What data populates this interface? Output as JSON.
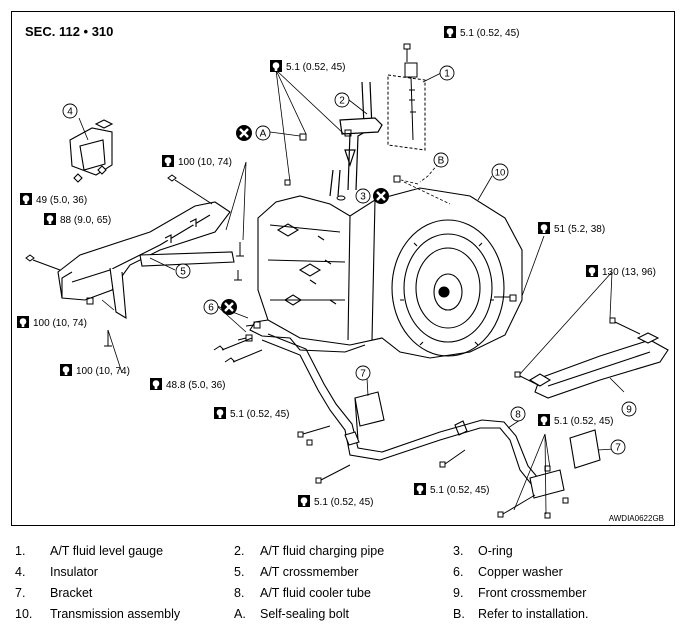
{
  "header": {
    "section": "SEC. 112 • 310",
    "code": "AWDIA0622GB"
  },
  "callouts": {
    "c1": "1",
    "c2": "2",
    "c3": "3",
    "c4": "4",
    "c5": "5",
    "c6": "6",
    "c7a": "7",
    "c7b": "7",
    "c8": "8",
    "c9": "9",
    "c10": "10",
    "cA": "A",
    "cB": "B"
  },
  "torques": {
    "t1": "5.1 (0.52, 45)",
    "t2": "5.1 (0.52, 45)",
    "t3": "100 (10, 74)",
    "t4": "49 (5.0, 36)",
    "t5": "88 (9.0, 65)",
    "t6": "51 (5.2, 38)",
    "t7": "130 (13, 96)",
    "t8": "100 (10, 74)",
    "t9": "100 (10, 74)",
    "t10": "48.8 (5.0, 36)",
    "t11": "5.1 (0.52, 45)",
    "t12": "5.1 (0.52, 45)",
    "t13": "5.1 (0.52, 45)",
    "t14": "5.1 (0.52, 45)"
  },
  "legend": [
    {
      "num": "1.",
      "text": "A/T fluid level gauge"
    },
    {
      "num": "2.",
      "text": "A/T fluid charging pipe"
    },
    {
      "num": "3.",
      "text": "O-ring"
    },
    {
      "num": "4.",
      "text": "Insulator"
    },
    {
      "num": "5.",
      "text": "A/T crossmember"
    },
    {
      "num": "6.",
      "text": "Copper washer"
    },
    {
      "num": "7.",
      "text": "Bracket"
    },
    {
      "num": "8.",
      "text": "A/T fluid cooler tube"
    },
    {
      "num": "9.",
      "text": "Front crossmember"
    },
    {
      "num": "10.",
      "text": "Transmission assembly"
    },
    {
      "num": "A.",
      "text": "Self-sealing bolt"
    },
    {
      "num": "B.",
      "text": "Refer to installation."
    }
  ]
}
